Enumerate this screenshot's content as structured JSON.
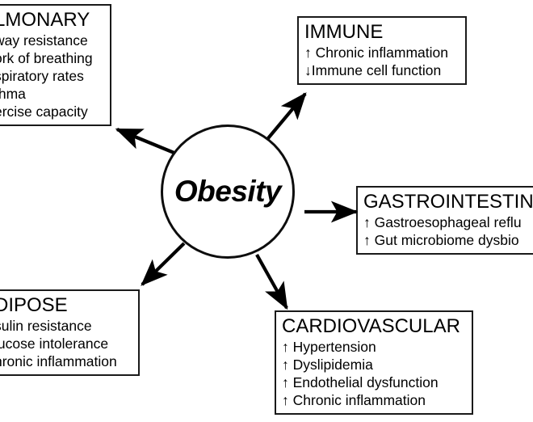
{
  "diagram": {
    "center": {
      "label": "Obesity",
      "shape": "circle"
    },
    "arrow_up": "↑",
    "arrow_down": "↓",
    "systems": [
      {
        "id": "pulmonary",
        "title": "PULMONARY",
        "title_clipped": "LMONARY",
        "clipped_edge": "left",
        "items": [
          {
            "direction": "↑",
            "text": "Airway resistance",
            "clipped_text": "way resistance"
          },
          {
            "direction": "↑",
            "text": "Work of breathing",
            "clipped_text": "ork of breathing"
          },
          {
            "direction": "↑",
            "text": "Respiratory rates",
            "clipped_text": "spiratory rates"
          },
          {
            "direction": "↑",
            "text": "Asthma",
            "clipped_text": "thma"
          },
          {
            "direction": "↓",
            "text": "Exercise capacity",
            "clipped_text": "ercise capacity"
          }
        ]
      },
      {
        "id": "immune",
        "title": "IMMUNE",
        "title_clipped": "IMMUNE",
        "clipped_edge": "none",
        "items": [
          {
            "direction": "↑",
            "text": "Chronic inflammation",
            "clipped_text": "Chronic inflammation"
          },
          {
            "direction": "↓",
            "text": "Immune cell function",
            "clipped_text": "Immune cell function"
          }
        ]
      },
      {
        "id": "gastrointestinal",
        "title": "GASTROINTESTINAL",
        "title_clipped": "GASTROINTESTIN",
        "clipped_edge": "right",
        "items": [
          {
            "direction": "↑",
            "text": "Gastroesophageal reflux",
            "clipped_text": "Gastroesophageal reflu"
          },
          {
            "direction": "↑",
            "text": "Gut microbiome dysbiosis",
            "clipped_text": "Gut microbiome dysbio"
          }
        ]
      },
      {
        "id": "cardiovascular",
        "title": "CARDIOVASCULAR",
        "title_clipped": "CARDIOVASCULAR",
        "clipped_edge": "none",
        "items": [
          {
            "direction": "↑",
            "text": "Hypertension",
            "clipped_text": "Hypertension"
          },
          {
            "direction": "↑",
            "text": "Dyslipidemia",
            "clipped_text": "Dyslipidemia"
          },
          {
            "direction": "↑",
            "text": "Endothelial dysfunction",
            "clipped_text": "Endothelial dysfunction"
          },
          {
            "direction": "↑",
            "text": "Chronic inflammation",
            "clipped_text": "Chronic inflammation"
          }
        ]
      },
      {
        "id": "adipose",
        "title": "ADIPOSE",
        "title_clipped": "DIPOSE",
        "clipped_edge": "left",
        "items": [
          {
            "direction": "↑",
            "text": "Insulin resistance",
            "clipped_text": "sulin resistance"
          },
          {
            "direction": "↑",
            "text": "Glucose intolerance",
            "clipped_text": "lucose intolerance"
          },
          {
            "direction": "↑",
            "text": "Chronic inflammation",
            "clipped_text": "hronic inflammation"
          }
        ]
      }
    ],
    "connections": [
      {
        "from": "obesity",
        "to": "pulmonary"
      },
      {
        "from": "obesity",
        "to": "immune"
      },
      {
        "from": "obesity",
        "to": "gastrointestinal"
      },
      {
        "from": "obesity",
        "to": "cardiovascular"
      },
      {
        "from": "obesity",
        "to": "adipose"
      }
    ],
    "colors": {
      "stroke": "#000000",
      "background": "#ffffff",
      "box_border": "#1a1a1a"
    }
  }
}
